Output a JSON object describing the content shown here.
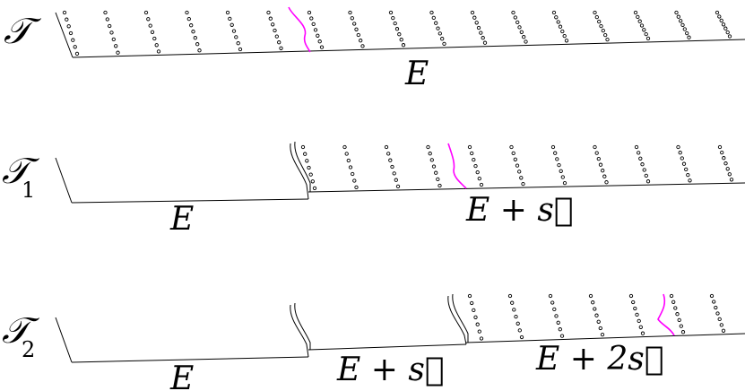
{
  "colors": {
    "highlight": "#ff00ff",
    "ink": "#000000"
  },
  "rows": [
    {
      "symbol": "𝒯",
      "subscript": "",
      "labels": [
        "E"
      ]
    },
    {
      "symbol": "𝒯",
      "subscript": "1",
      "labels": [
        "E",
        "E + s⃗"
      ]
    },
    {
      "symbol": "𝒯",
      "subscript": "2",
      "labels": [
        "E",
        "E + s⃗",
        "E + 2s⃗"
      ]
    }
  ]
}
